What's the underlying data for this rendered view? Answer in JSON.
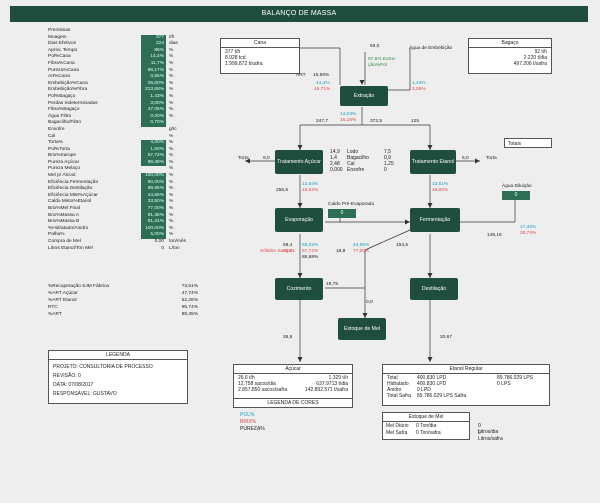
{
  "title": "BALANÇO DE MASSA",
  "params": [
    {
      "label": "Premissas",
      "value": "",
      "unit": "",
      "green": false
    },
    {
      "label": "Moagem",
      "value": "377",
      "unit": "t/h",
      "green": true
    },
    {
      "label": "Dias Efetivos",
      "value": "224",
      "unit": "dias",
      "green": true
    },
    {
      "label": "Aprov. Tempo",
      "value": "86%",
      "unit": "%",
      "green": true
    },
    {
      "label": "Pol%Cana",
      "value": "14,4%",
      "unit": "%",
      "green": true
    },
    {
      "label": "Fibra%Cana",
      "value": "11,7%",
      "unit": "%",
      "green": true
    },
    {
      "label": "Pureza%Cana",
      "value": "86,17%",
      "unit": "%",
      "green": true
    },
    {
      "label": "Art%Cana",
      "value": "0,55%",
      "unit": "%",
      "green": true
    },
    {
      "label": "Embebição%Cana",
      "value": "25,00%",
      "unit": "%",
      "green": true
    },
    {
      "label": "Embebição%Fibra",
      "value": "213,68%",
      "unit": "%",
      "green": true
    },
    {
      "label": "Pol%Bagaço",
      "value": "1,43%",
      "unit": "%",
      "green": true
    },
    {
      "label": "Perdas Indeterminadas",
      "value": "3,00%",
      "unit": "%",
      "green": true
    },
    {
      "label": "Fibra%Bagaço",
      "value": "47,05%",
      "unit": "%",
      "green": true
    },
    {
      "label": "Água Filtro",
      "value": "0,00%",
      "unit": "%",
      "green": true
    },
    {
      "label": "Bagacilho/Filtro",
      "value": "0,70%",
      "unit": "",
      "green": true
    },
    {
      "label": "Enxofre",
      "value": "",
      "unit": "g/tc",
      "green": true
    },
    {
      "label": "Cal",
      "value": "",
      "unit": "%",
      "green": true
    },
    {
      "label": "Torta%",
      "value": "4,00%",
      "unit": "%",
      "green": true
    },
    {
      "label": "Pol%Torta",
      "value": "1,50%",
      "unit": "%",
      "green": true
    },
    {
      "label": "Brix%Xarope",
      "value": "57,72%",
      "unit": "%",
      "green": true
    },
    {
      "label": "Pureza Açúcar",
      "value": "99,38%",
      "unit": "%",
      "green": true
    },
    {
      "label": "Pureza Melaço",
      "value": "",
      "unit": "%",
      "green": true
    },
    {
      "label": "Mel p/ Álcool",
      "value": "100,00%",
      "unit": "%",
      "green": true
    },
    {
      "label": "Eficiência Fermentação",
      "value": "90,00%",
      "unit": "%",
      "green": true
    },
    {
      "label": "Eficiência Destilação",
      "value": "99,95%",
      "unit": "%",
      "green": true
    },
    {
      "label": "Eficiência Mist%Açúcar",
      "value": "44,55%",
      "unit": "%",
      "green": true
    },
    {
      "label": "Caldo Misto%Etanol",
      "value": "33,50%",
      "unit": "%",
      "green": true
    },
    {
      "label": "Brix%Mel Final",
      "value": "77,00%",
      "unit": "%",
      "green": true
    },
    {
      "label": "Brix%Massa A",
      "value": "91,35%",
      "unit": "%",
      "green": true
    },
    {
      "label": "Brix%Massa B",
      "value": "91,31%",
      "unit": "%",
      "green": true
    },
    {
      "label": "%Hidratado/Anidro",
      "value": "100,00%",
      "unit": "%",
      "green": true
    },
    {
      "label": "Palha%",
      "value": "5,00%",
      "unit": "%",
      "green": true
    },
    {
      "label": "Compra de Mel",
      "value": "0,00",
      "unit": "ton/mês",
      "green": false
    },
    {
      "label": "Litros Etanol/Ton Mel",
      "value": "0",
      "unit": "L/ton",
      "green": false
    }
  ],
  "summary": [
    {
      "label": "%Recuperação SJM Fábrica",
      "value": "73,51%"
    },
    {
      "label": "%ART Açúcar",
      "value": "47,74%"
    },
    {
      "label": "%ART Etanol",
      "value": "52,26%"
    },
    {
      "label": "RTC",
      "value": "95,74%"
    },
    {
      "label": "%ART",
      "value": "88,35%"
    }
  ],
  "legenda": {
    "title": "LEGENDA",
    "rows": [
      "PROJETO: CONSULTORIA DE PROCESSO",
      "REVISÃO: 0",
      "DATA: 07/08/2017",
      "RESPONSÁVEL: GUSTAVO"
    ]
  },
  "cores": {
    "title": "LEGENDA DE CORES",
    "items": [
      "POL%",
      "BRIX%",
      "PUREZA%"
    ],
    "colors": [
      "#1a9fc4",
      "#e0474c",
      "#222222"
    ]
  },
  "nodes": {
    "extracao": "Extração",
    "trat_acucar": "Tratamento Açúcar",
    "trat_etanol": "Tratamento Etanol",
    "evaporacao": "Evaporação",
    "fermentacao": "Fermentação",
    "cozimento": "Cozimento",
    "destilacao": "Destilação",
    "estoque_mel": "Estoque de Mel"
  },
  "cana": {
    "title": "Cana",
    "rows": [
      [
        "377 t/h",
        ""
      ],
      [
        "8.928 tcd",
        ""
      ],
      [
        "1.999.872 t/safra",
        ""
      ]
    ]
  },
  "bagaco": {
    "title": "Bagaço",
    "rows": [
      "92 t/h",
      "2.220 t/dia",
      "497.206 t/safra"
    ]
  },
  "labels": {
    "embebicao": "Água de Embebição",
    "embebicao_val": "93,0",
    "extracao_pct": "97,5% Extra-ção%Pol",
    "art": "ART",
    "art_val": "15,66%",
    "cana_pol": "14,4%",
    "cana_brix": "16,71%",
    "bag_pol": "1,43%",
    "bag_brix": "2,05%",
    "caldo_pol": "14,03%",
    "caldo_brix": "16,16%",
    "f247": "247,7",
    "f372": "372,5",
    "f125": "125",
    "torta": "Torta",
    "torta_val": "9,0",
    "mid_l": [
      "14,9",
      "1,4",
      "2,48",
      "0,000"
    ],
    "mid_c": [
      "Lodo",
      "Bagacilho",
      "Cal",
      "Enxofre"
    ],
    "mid_r": [
      "7,5",
      "0,9",
      "1,25",
      "0"
    ],
    "torta2": "Torta",
    "torta2_val": "5,0",
    "totais": "Totais",
    "agua_dil": "Água Diluição",
    "agua_dil_val": "0",
    "ta_pol": "13,54%",
    "ta_brix": "15,62%",
    "f256": "256,6",
    "te_pol": "13,51%",
    "te_brix": "15,60%",
    "caldo_pre": "Caldo Pré-Evaporado",
    "caldo_pre_val": "0",
    "f148": "148,16",
    "fe_pol": "17,45%",
    "fe_brix": "20,74%",
    "f69": "69,4",
    "f40": "40,01",
    "solidos": "Sólidos Xarope",
    "ev_pol": "58,02%",
    "ev_brix": "57,72%",
    "ev_pur": "86,68%",
    "f18": "18,8",
    "mel_pol": "44,55%",
    "mel_brix": "77,00%",
    "f194": "194,5",
    "f18b": "18,75",
    "f00": "0,0",
    "f266": "26,6",
    "f2067": "20,67"
  },
  "acucar": {
    "title": "Açúcar",
    "rows": [
      [
        "26,6 t/h",
        "1.329 t/h"
      ],
      [
        "12.758 sacos/dia",
        "637.9713 t/dia"
      ],
      [
        "2.857.850 sacos/safra",
        "142.892.571 t/safra"
      ]
    ]
  },
  "etanol": {
    "title": "Etanol Regular",
    "rows": [
      [
        "Total",
        "400.830 LPD",
        "89.786.029 LPS"
      ],
      [
        "Hidratado",
        "400.830 LPD",
        "0 LPS"
      ],
      [
        "Anidro",
        "0 LPD",
        ""
      ],
      [
        "Total Safra",
        "89.786.029 LPS Safra",
        ""
      ]
    ]
  },
  "estoque": {
    "title": "Estoque de Mel",
    "rows": [
      [
        "Mel Diário",
        "0 Ton/dia",
        "0 Litros/dia"
      ],
      [
        "Mel Safra",
        "0 Ton/safra",
        "0 Litros/safra"
      ]
    ]
  }
}
